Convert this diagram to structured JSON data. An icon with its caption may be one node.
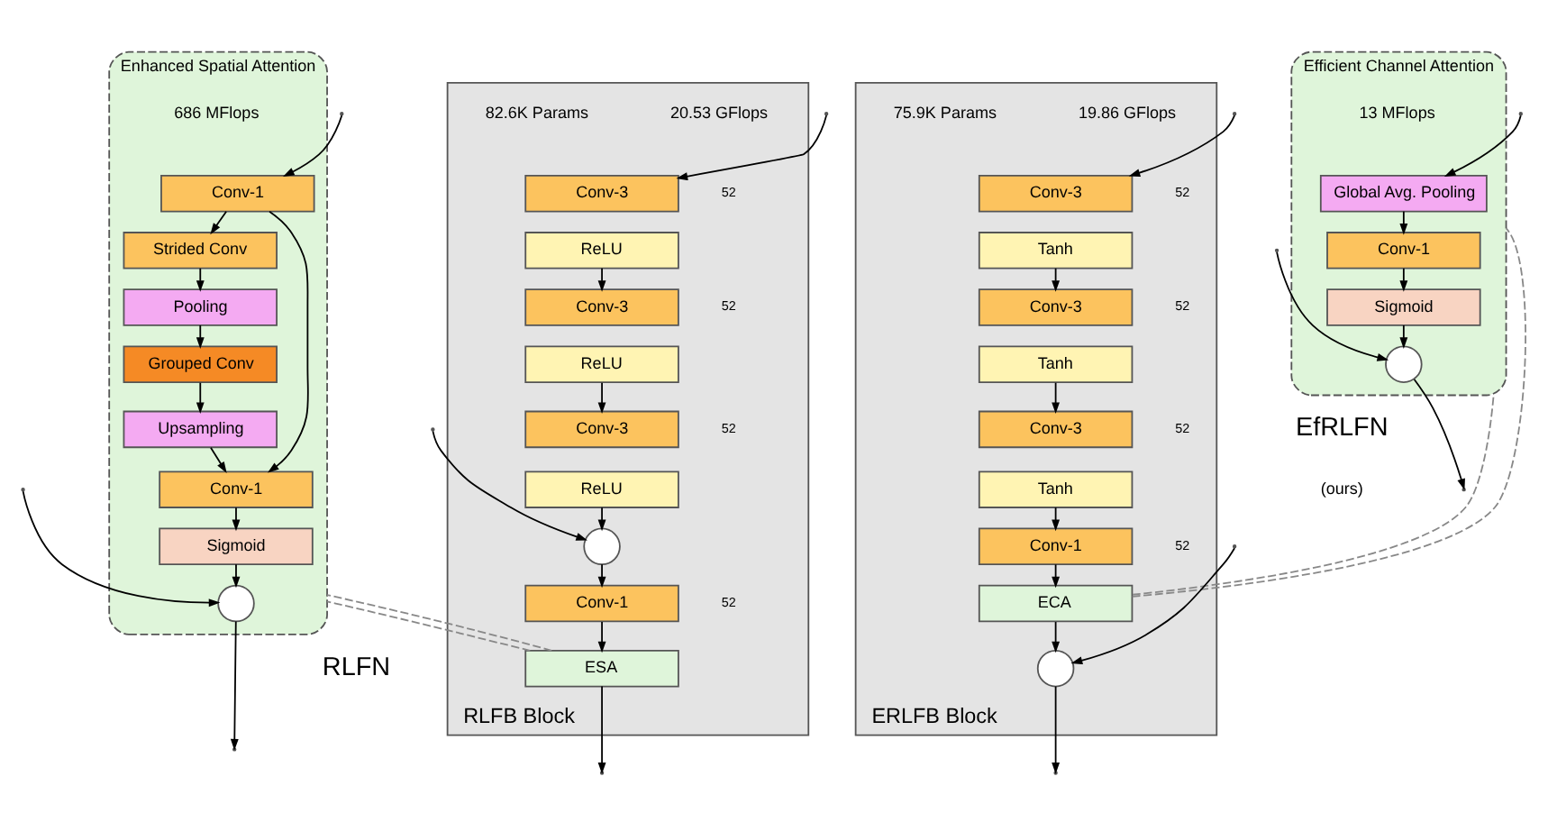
{
  "diagram": {
    "nodes": [
      {
        "text": [
          "Enhanced Spatial Attention"
        ]
      },
      {
        "text": [
          "Conv-1"
        ],
        "in": 0
      },
      {
        "text": [
          "Strided Conv"
        ],
        "in": 0
      },
      {
        "text": [
          "Pooling"
        ],
        "in": 0
      },
      {
        "text": [
          "Grouped Conv"
        ],
        "in": 0
      },
      {
        "text": [
          "Upsampling"
        ],
        "in": 0
      },
      {
        "text": [
          "Conv-1"
        ],
        "in": 0
      },
      {
        "text": [
          "Sigmoid"
        ],
        "in": 0
      },
      {
        "text": [],
        "shape": "circle",
        "in": 0
      },
      {
        "text": [
          "RLFB Block"
        ],
        "beside": [
          "20.53 GFlops"
        ]
      },
      {
        "text": [
          "Conv-3"
        ],
        "beside": [
          "52"
        ],
        "in": 9
      },
      {
        "text": [
          "ReLU"
        ],
        "in": 9
      },
      {
        "text": [
          "Conv-3"
        ],
        "beside": [
          "52"
        ],
        "in": 9
      },
      {
        "text": [
          "ReLU"
        ],
        "in": 9
      },
      {
        "text": [
          "Conv-3"
        ],
        "beside": [
          "52"
        ],
        "in": 9
      },
      {
        "text": [
          "ReLU"
        ],
        "in": 9
      },
      {
        "text": [],
        "shape": "circle",
        "in": 9
      },
      {
        "text": [
          "Conv-1"
        ],
        "beside": [
          "52"
        ],
        "in": 9
      },
      {
        "text": [
          "ESA"
        ],
        "in": 9
      },
      {
        "text": [
          "ERLFB Block"
        ],
        "beside": [
          "19.86 GFlops"
        ]
      },
      {
        "text": [
          "Conv-3"
        ],
        "beside": [
          "52"
        ],
        "in": 19
      },
      {
        "text": [
          "Tanh"
        ],
        "in": 19
      },
      {
        "text": [
          "Conv-3"
        ],
        "beside": [
          "52"
        ],
        "in": 19
      },
      {
        "text": [
          "Tanh"
        ],
        "in": 19
      },
      {
        "text": [
          "Conv-3"
        ],
        "beside": [
          "52"
        ],
        "in": 19
      },
      {
        "text": [
          "Tanh"
        ],
        "in": 19
      },
      {
        "text": [
          "Conv-1"
        ],
        "beside": [
          "52"
        ],
        "in": 19
      },
      {
        "text": [
          "ECA"
        ],
        "in": 19
      },
      {
        "text": [],
        "shape": "circle",
        "in": 19
      },
      {
        "text": [
          "Efficient Channel Attention"
        ]
      },
      {
        "text": [
          "Global Avg. Pooling"
        ],
        "in": 29
      },
      {
        "text": [
          "Conv-1"
        ],
        "in": 29
      },
      {
        "text": [
          "Sigmoid"
        ],
        "in": 29
      },
      {
        "text": [],
        "shape": "circle",
        "in": 29
      }
    ],
    "edges": [
      {
        "from": null,
        "to": 1,
        "arrow": "to"
      },
      {
        "from": null,
        "to": 8,
        "arrow": "to"
      },
      {
        "from": 1,
        "to": 2,
        "arrow": "to"
      },
      {
        "from": 1,
        "to": 6,
        "arrow": "to"
      },
      {
        "from": 2,
        "to": 3,
        "arrow": "to"
      },
      {
        "from": 3,
        "to": 4,
        "arrow": "to"
      },
      {
        "from": 4,
        "to": 5,
        "arrow": "to"
      },
      {
        "from": 5,
        "to": 6,
        "arrow": "to"
      },
      {
        "from": 6,
        "to": 7,
        "arrow": "to"
      },
      {
        "from": 7,
        "to": 8,
        "arrow": "to"
      },
      {
        "from": 8,
        "to": null,
        "arrow": "to"
      },
      {
        "from": null,
        "to": 10,
        "arrow": "to"
      },
      {
        "from": null,
        "to": 16,
        "arrow": "to"
      },
      {
        "from": 11,
        "to": 12,
        "arrow": "to"
      },
      {
        "from": 13,
        "to": 14,
        "arrow": "to"
      },
      {
        "from": 15,
        "to": 16,
        "arrow": "to"
      },
      {
        "from": 16,
        "to": 17,
        "arrow": "to"
      },
      {
        "from": 17,
        "to": 18,
        "arrow": "to"
      },
      {
        "from": 18,
        "to": null,
        "arrow": "to"
      },
      {
        "from": 18,
        "to": 0,
        "arrow": "none",
        "style": "dashed",
        "color": "#888888"
      },
      {
        "from": 18,
        "to": 0,
        "arrow": "none",
        "style": "dashed",
        "color": "#888888"
      },
      {
        "from": null,
        "to": 20,
        "arrow": "to"
      },
      {
        "from": null,
        "to": 28,
        "arrow": "to"
      },
      {
        "from": 21,
        "to": 22,
        "arrow": "to"
      },
      {
        "from": 23,
        "to": 24,
        "arrow": "to"
      },
      {
        "from": 25,
        "to": 26,
        "arrow": "to"
      },
      {
        "from": 26,
        "to": 27,
        "arrow": "to"
      },
      {
        "from": 27,
        "to": 28,
        "arrow": "to"
      },
      {
        "from": 28,
        "to": null,
        "arrow": "to"
      },
      {
        "from": 27,
        "to": 29,
        "arrow": "none",
        "style": "dashed",
        "color": "#888888"
      },
      {
        "from": 27,
        "to": 29,
        "arrow": "none",
        "style": "dashed",
        "color": "#888888"
      },
      {
        "from": null,
        "to": 30,
        "arrow": "to"
      },
      {
        "from": null,
        "to": 33,
        "arrow": "to"
      },
      {
        "from": 30,
        "to": 31,
        "arrow": "to"
      },
      {
        "from": 31,
        "to": 32,
        "arrow": "to"
      },
      {
        "from": 32,
        "to": 33,
        "arrow": "to"
      },
      {
        "from": 33,
        "to": null,
        "arrow": "to"
      }
    ],
    "labels": [
      "686 MFlops",
      "82.6K Params",
      "75.9K Params",
      "13 MFlops",
      "RLFN",
      "EfRLFN",
      "(ours)"
    ]
  }
}
